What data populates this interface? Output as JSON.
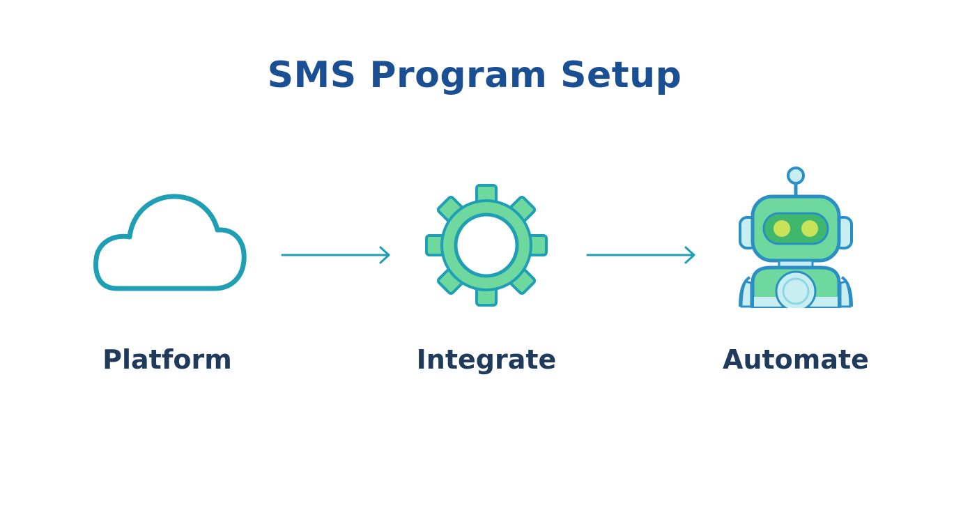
{
  "title": "SMS Program Setup",
  "colors": {
    "title": "#1b4f93",
    "label": "#1f3a5a",
    "outline": "#1e9fb4",
    "gear_fill": "#6ed89f",
    "robot_outline": "#2a8fc4",
    "robot_eye": "#c8e25a"
  },
  "steps": [
    {
      "label": "Platform",
      "icon": "cloud-icon"
    },
    {
      "label": "Integrate",
      "icon": "gear-icon"
    },
    {
      "label": "Automate",
      "icon": "robot-icon"
    }
  ],
  "connectors": [
    "arrow-right",
    "arrow-right"
  ]
}
